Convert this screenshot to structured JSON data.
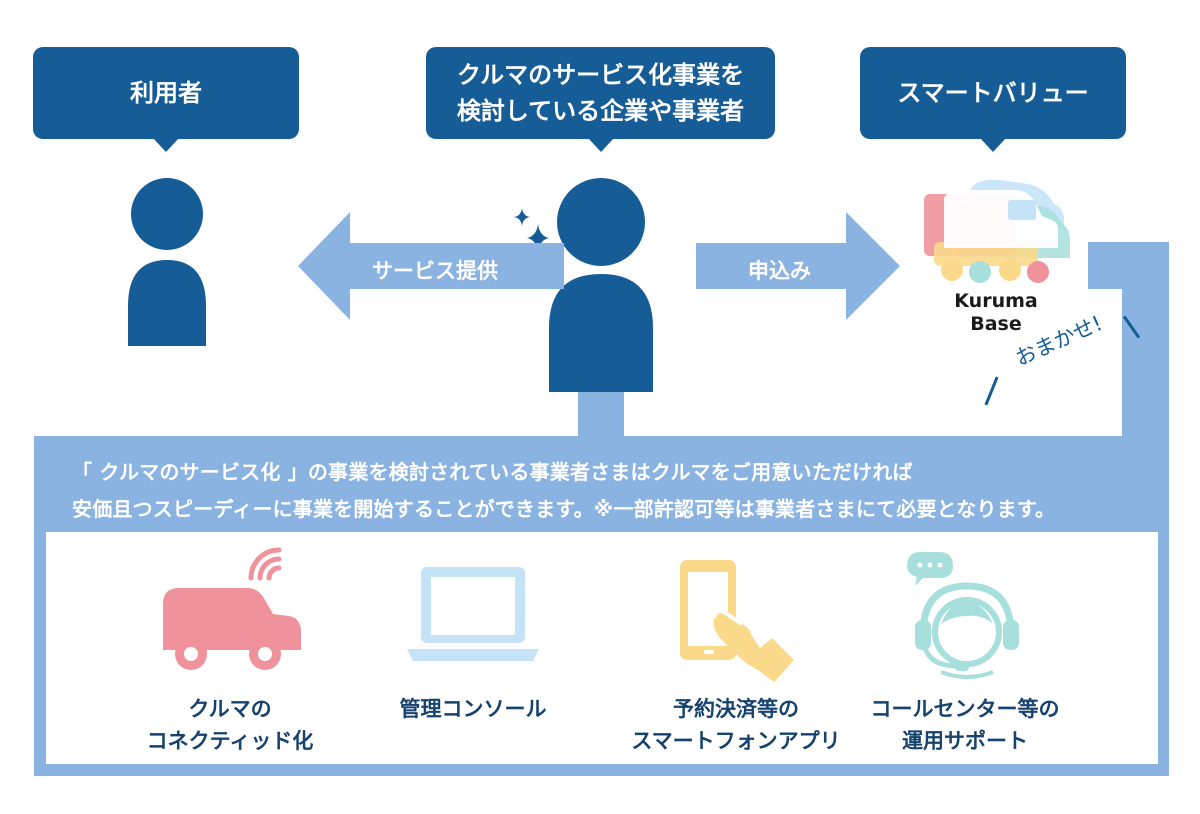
{
  "bubbles": {
    "user": "利用者",
    "business": "クルマのサービス化事業を\n検討している企業や事業者",
    "smartvalue": "スマートバリュー"
  },
  "arrows": {
    "service": "サービス提供",
    "apply": "申込み"
  },
  "logo": {
    "line1": "Kuruma",
    "line2": "Base"
  },
  "omakase": "おまかせ!",
  "info": {
    "line1": "「 クルマのサービス化 」の事業を検討されている事業者さまはクルマをご用意いただければ",
    "line2": "安価且つスピーディーに事業を開始することができます。※一部許認可等は事業者さまにて必要となります。"
  },
  "features": [
    {
      "label": "クルマの\nコネクティッド化",
      "icon": "connected-car-icon"
    },
    {
      "label": "管理コンソール",
      "icon": "laptop-icon"
    },
    {
      "label": "予約決済等の\nスマートフォンアプリ",
      "icon": "smartphone-hand-icon"
    },
    {
      "label": "コールセンター等の\n運用サポート",
      "icon": "headset-operator-icon"
    }
  ],
  "colors": {
    "navy": "#165c96",
    "light_blue": "#8ab3e2",
    "pink": "#f0929b",
    "sky": "#c5e3f7",
    "yellow": "#fbd98b",
    "mint": "#a6dfdc"
  }
}
